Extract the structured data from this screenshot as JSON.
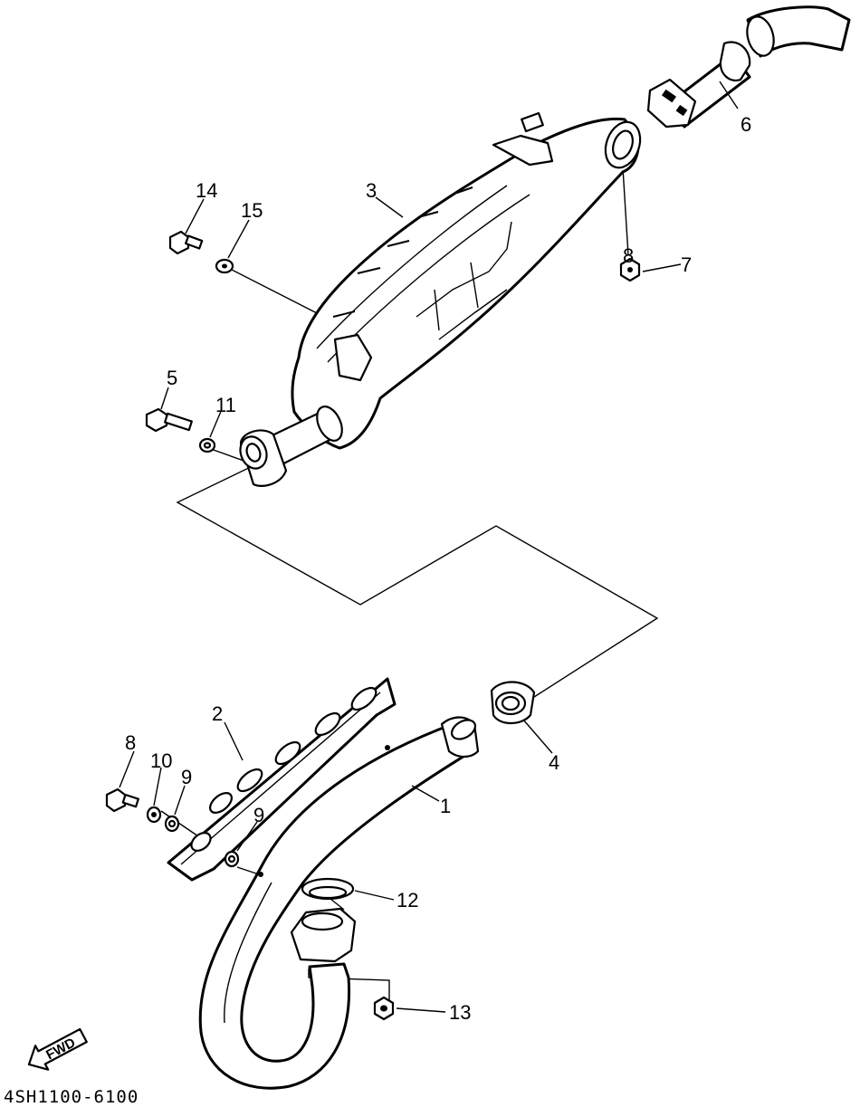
{
  "diagram": {
    "part_number": "4SH1100-6100",
    "fwd_label": "FWD",
    "callouts": {
      "c1": "1",
      "c2": "2",
      "c3": "3",
      "c4": "4",
      "c5": "5",
      "c6": "6",
      "c7": "7",
      "c8a": "8",
      "c8b": "8",
      "c9a": "9",
      "c9b": "9",
      "c10": "10",
      "c11": "11",
      "c12": "12",
      "c13": "13",
      "c14": "14",
      "c15": "15"
    }
  }
}
